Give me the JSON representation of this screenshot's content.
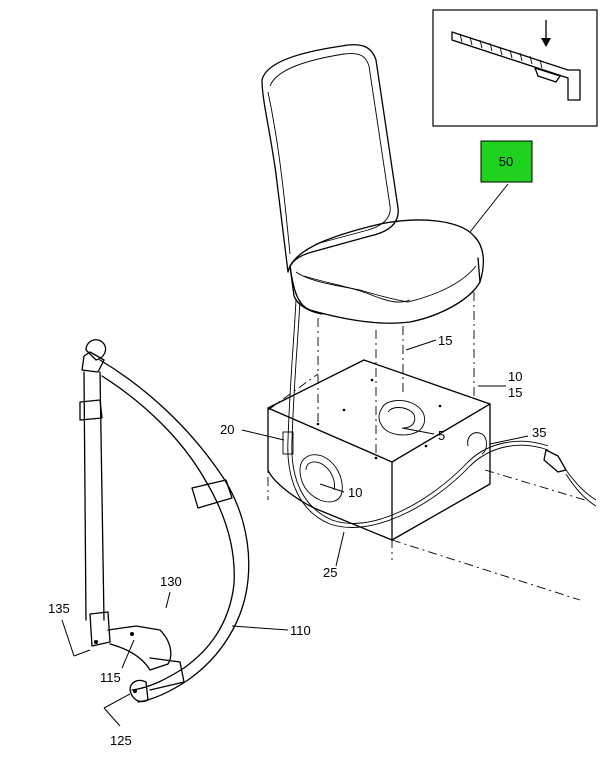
{
  "callouts": {
    "c50": "50",
    "c15a": "15",
    "c10a": "10",
    "c15b": "15",
    "c35": "35",
    "c20": "20",
    "c5": "5",
    "c10b": "10",
    "c25": "25",
    "c130": "130",
    "c135": "135",
    "c110": "110",
    "c115": "115",
    "c125": "125"
  },
  "colors": {
    "highlight": "#1ed21e",
    "line": "#000000",
    "background": "#ffffff"
  }
}
